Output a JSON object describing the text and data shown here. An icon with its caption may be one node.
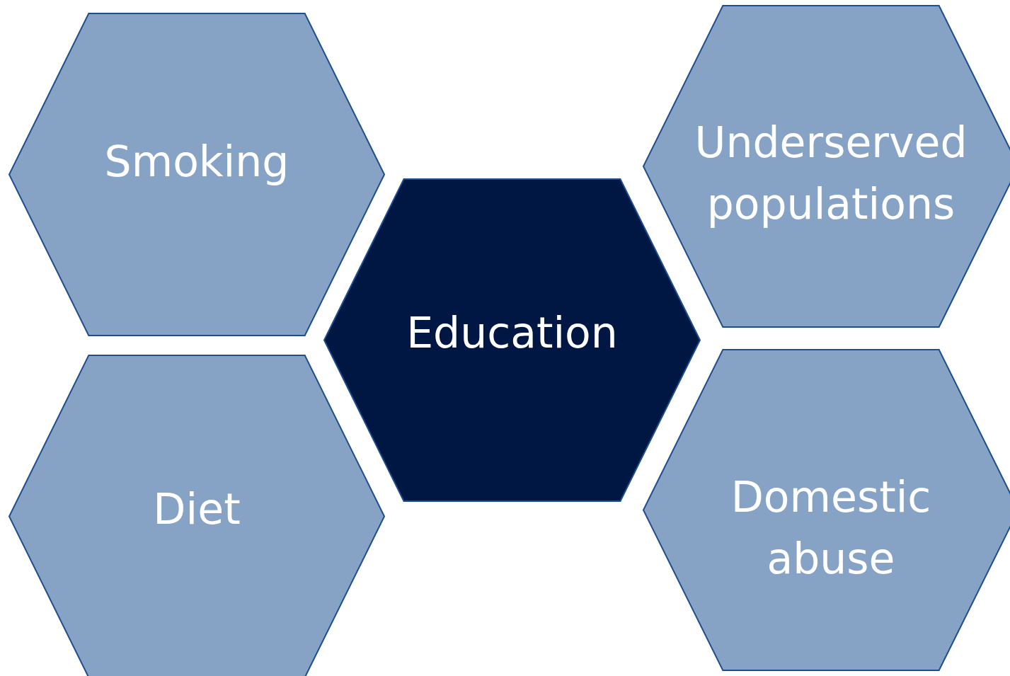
{
  "diagram": {
    "nodes": [
      {
        "text": [
          "Smoking"
        ]
      },
      {
        "text": [
          "Diet"
        ]
      },
      {
        "text": [
          "Education"
        ]
      },
      {
        "text": [
          "Underserved populations"
        ]
      },
      {
        "text": [
          "Domestic abuse"
        ]
      }
    ]
  }
}
